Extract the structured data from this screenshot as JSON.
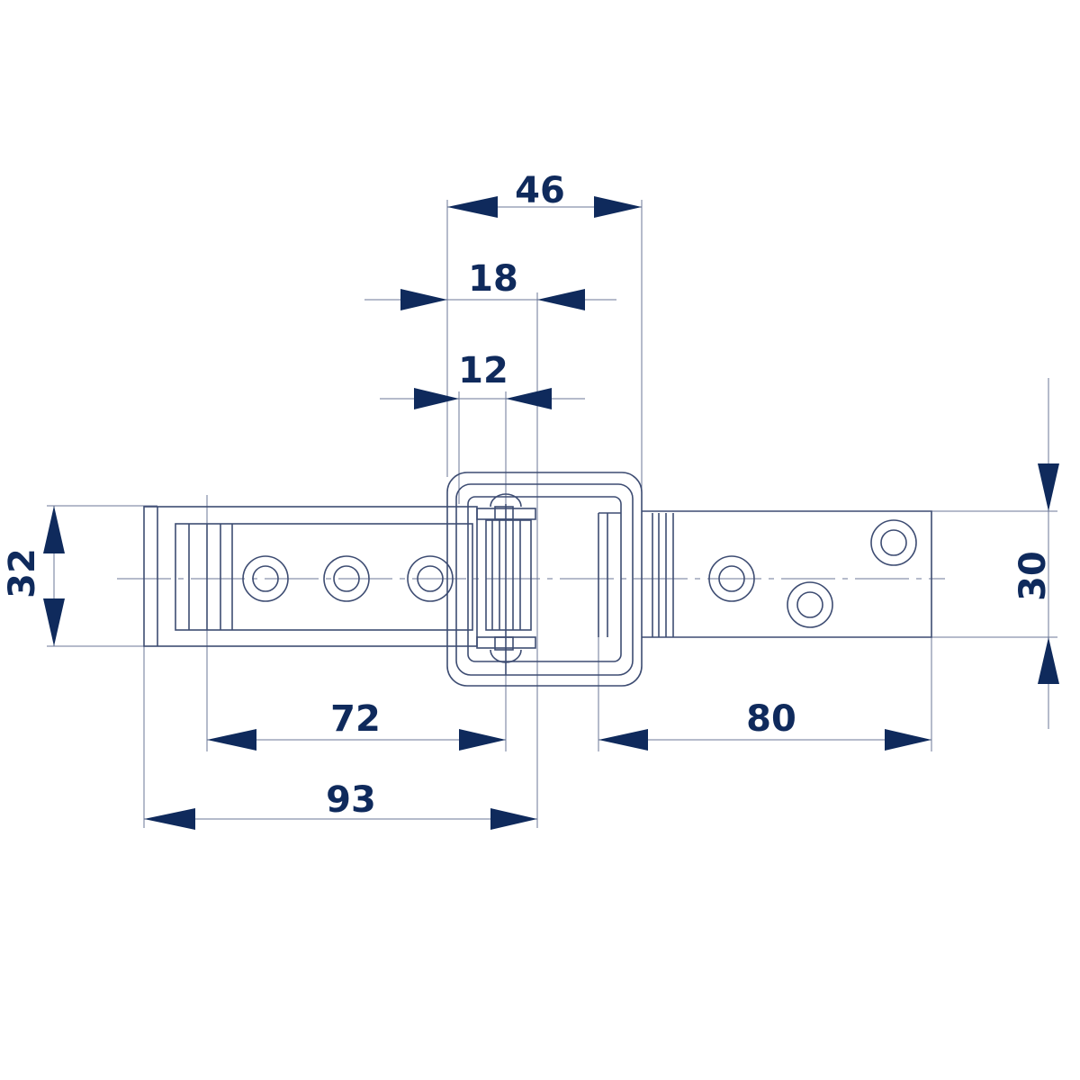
{
  "drawing": {
    "title": "Adjustable toggle latch dimension drawing",
    "line_color": "#3d4c72",
    "dimension_color": "#0f2a5c",
    "dimensions": {
      "buckle_width": "46",
      "hook_offset": "18",
      "roller_width": "12",
      "height_left": "32",
      "height_right": "30",
      "hole_span": "72",
      "catch_length": "80",
      "lever_length": "93"
    }
  }
}
